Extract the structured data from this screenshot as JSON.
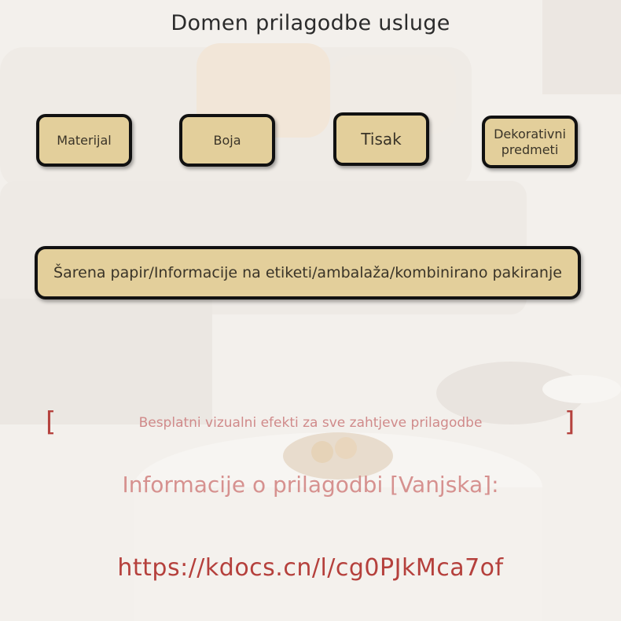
{
  "title": "Domen prilagodbe usluge",
  "domains": [
    {
      "label": "Materijal"
    },
    {
      "label": "Boja"
    },
    {
      "label": "Tisak"
    },
    {
      "label": "Dekorativni predmeti"
    }
  ],
  "printing_scope": "Šarena papir/Informacije na etiketi/ambalaža/kombinirano pakiranje",
  "notice": {
    "bracket_open": "[",
    "text": "Besplatni vizualni efekti za sve zahtjeve prilagodbe",
    "bracket_close": "]"
  },
  "info_label": "Informacije o prilagodbi [Vanjska]:",
  "link": "https://kdocs.cn/l/cg0PJkMca7of",
  "colors": {
    "chip_fill": "#e3cf9b",
    "chip_border": "#111111",
    "accent_red": "#b5403c",
    "pink_text": "#d6918f"
  }
}
